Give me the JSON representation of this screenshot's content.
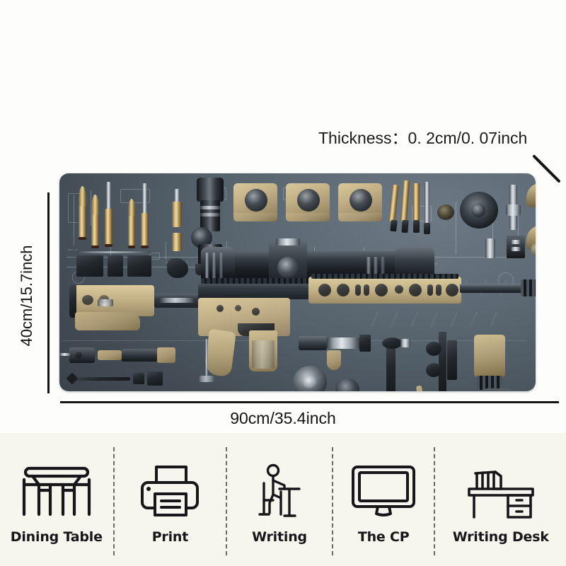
{
  "product": {
    "type": "mouse-pad-product-photo",
    "thickness_label": "Thickness：0. 2cm/0. 07inch",
    "height_label": "40cm/15.7inch",
    "width_label": "90cm/35.4inch",
    "pad_theme": "tactical firearm parts flat-lay on dark gray mat",
    "colors": {
      "pad_dark": "#424b54",
      "pad_light": "#6d7a85",
      "accent_tan": "#c3b087",
      "line_black": "#141414",
      "page_background": "#fdfdfb",
      "strip_background": "#f7f6ee"
    }
  },
  "usecases": [
    {
      "id": "dining-table",
      "label": "Dining Table",
      "icon": "dining-table-icon"
    },
    {
      "id": "print",
      "label": "Print",
      "icon": "printer-icon"
    },
    {
      "id": "writing",
      "label": "Writing",
      "icon": "person-writing-icon"
    },
    {
      "id": "the-cp",
      "label": "The CP",
      "icon": "monitor-icon"
    },
    {
      "id": "writing-desk",
      "label": "Writing Desk",
      "icon": "writing-desk-icon"
    }
  ]
}
